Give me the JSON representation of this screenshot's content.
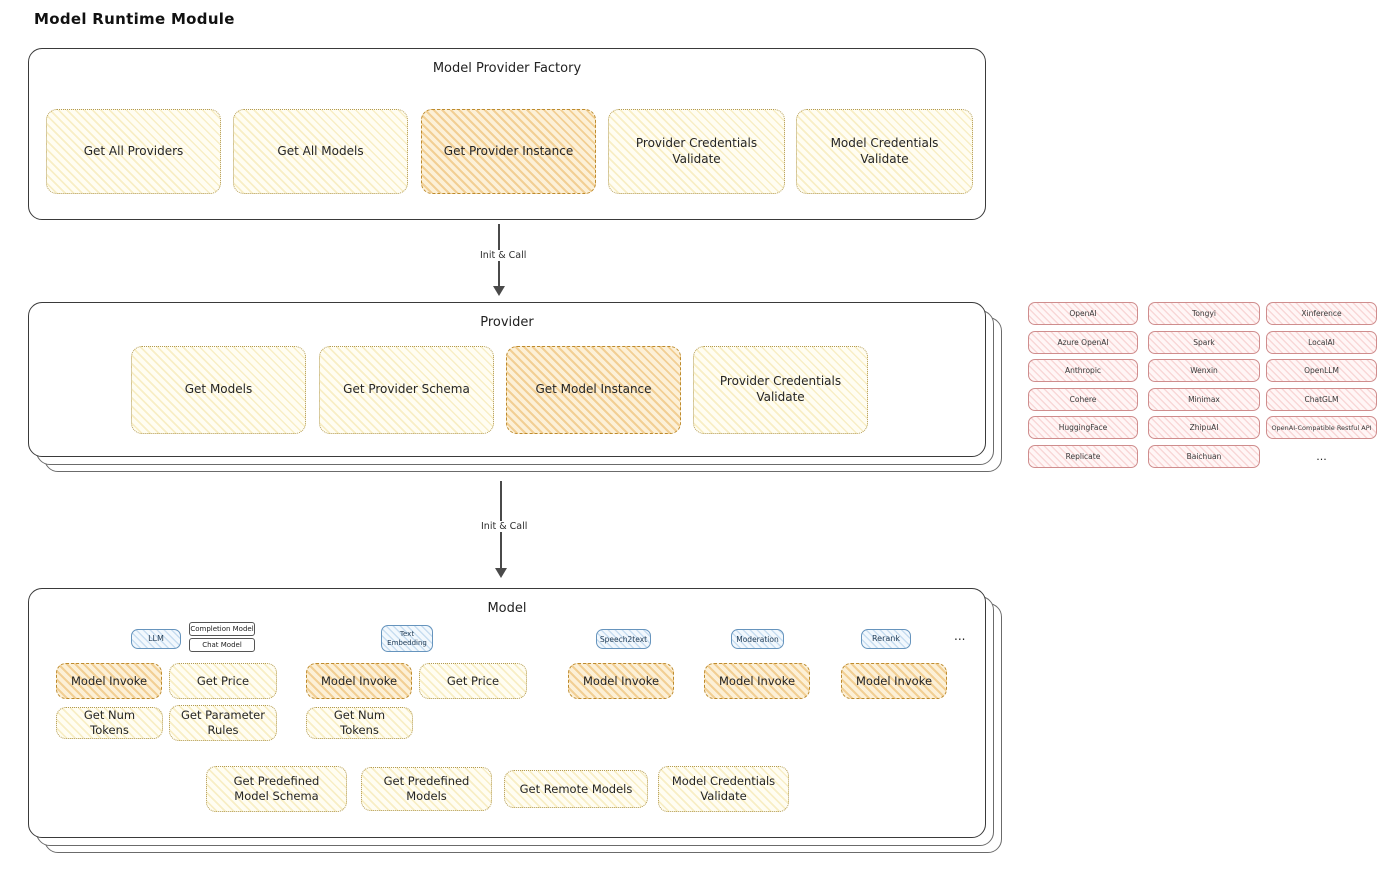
{
  "title": "Model Runtime Module",
  "connectors": {
    "first_label": "Init & Call",
    "second_label": "Init & Call"
  },
  "factory": {
    "title": "Model Provider Factory",
    "items": [
      "Get All Providers",
      "Get All Models",
      "Get Provider Instance",
      "Provider Credentials Validate",
      "Model Credentials Validate"
    ]
  },
  "provider": {
    "title": "Provider",
    "items": [
      "Get Models",
      "Get Provider Schema",
      "Get Model Instance",
      "Provider Credentials Validate"
    ]
  },
  "providers_panel": {
    "columns": [
      [
        "OpenAI",
        "Azure OpenAI",
        "Anthropic",
        "Cohere",
        "HuggingFace",
        "Replicate"
      ],
      [
        "Tongyi",
        "Spark",
        "Wenxin",
        "Minimax",
        "ZhipuAI",
        "Baichuan"
      ],
      [
        "Xinference",
        "LocalAI",
        "OpenLLM",
        "ChatGLM",
        "OpenAI-Compatible Restful API",
        "..."
      ]
    ]
  },
  "model": {
    "title": "Model",
    "tabs": [
      "LLM",
      "Text Embedding",
      "Speech2text",
      "Moderation",
      "Rerank"
    ],
    "tabs_more": "...",
    "llm_modes": [
      "Completion Model",
      "Chat Model"
    ],
    "ops": {
      "model_invoke": "Model Invoke",
      "get_price": "Get Price",
      "get_num_tokens": "Get Num Tokens",
      "get_parameter_rules": "Get Parameter Rules"
    },
    "bottom_items": [
      "Get Predefined Model Schema",
      "Get Predefined Models",
      "Get Remote Models",
      "Model Credentials Validate"
    ]
  },
  "colors": {
    "highlight_fill": "#f6d996",
    "cream_fill": "#fdf7e3",
    "pink_fill": "#fde9e9",
    "blue_fill": "#e4f0fa",
    "border_dark": "#3a3a3a"
  }
}
